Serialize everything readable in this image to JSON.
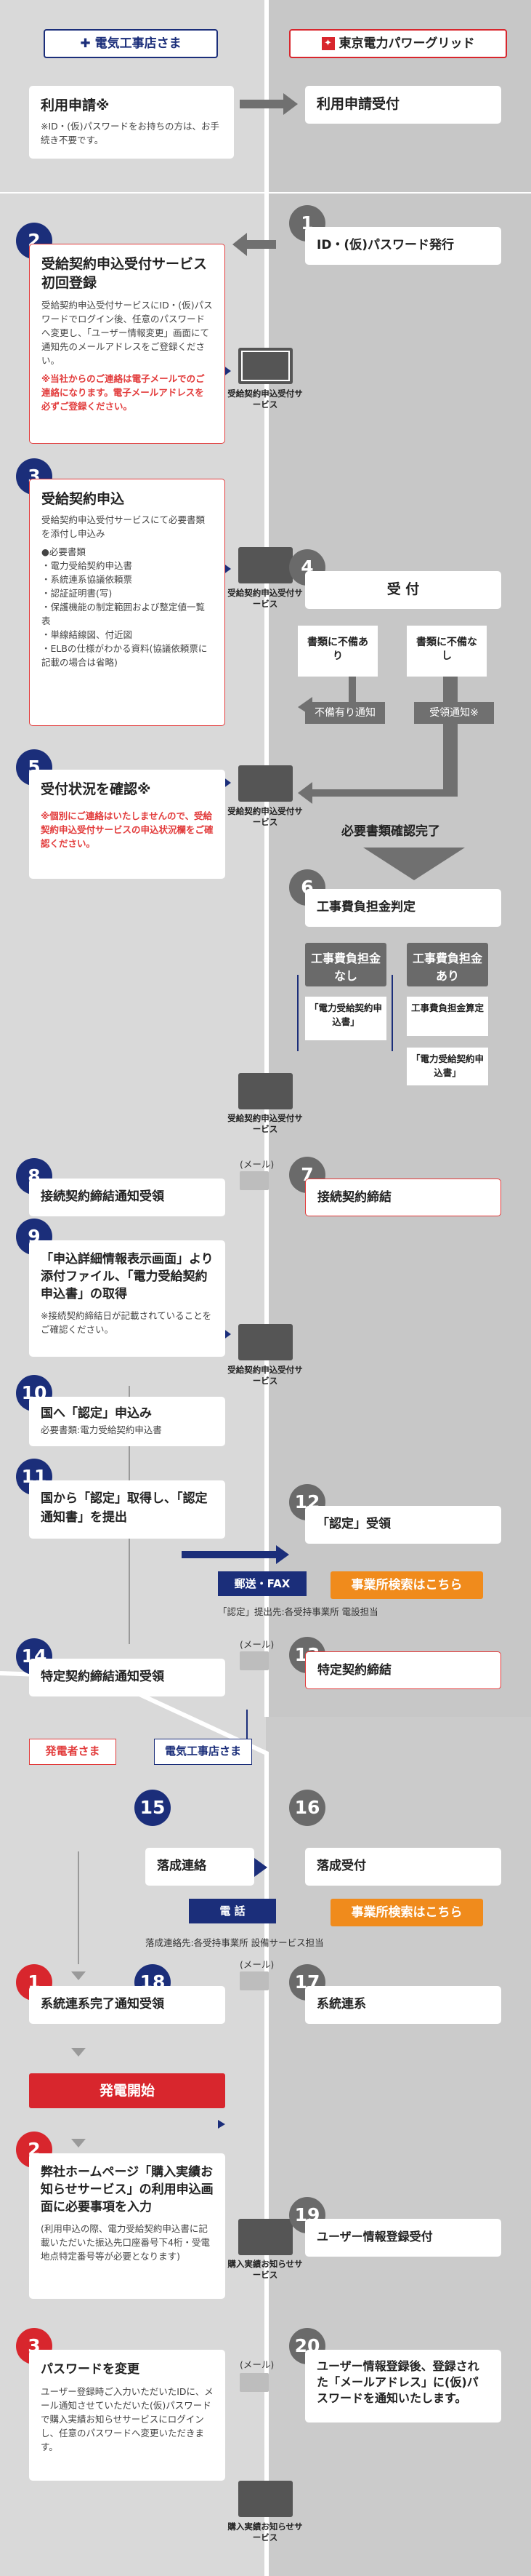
{
  "headers": {
    "left": "電気工事店さま",
    "right": "東京電力パワーグリッド"
  },
  "s0": {
    "left_title": "利用申請※",
    "left_note": "※ID・(仮)パスワードをお持ちの方は、お手続き不要です。",
    "right": "利用申請受付"
  },
  "s1": {
    "num": "1",
    "text": "ID・(仮)パスワード発行"
  },
  "s2": {
    "num": "2",
    "title": "受給契約申込受付サービス初回登録",
    "body": "受給契約申込受付サービスにID・(仮)パスワードでログイン後、任意のパスワードへ変更し、「ユーザー情報変更」画面にて通知先のメールアドレスをご登録ください。",
    "note": "※当社からのご連絡は電子メールでのご連絡になります。電子メールアドレスを必ずご登録ください。"
  },
  "service_label": "受給契約申込受付サービス",
  "s3": {
    "num": "3",
    "title": "受給契約申込",
    "lead": "受給契約申込受付サービスにて必要書類を添付し申込み",
    "docs_head": "●必要書類",
    "docs": [
      "・電力受給契約申込書",
      "・系統連系協議依頼票",
      "・認証証明書(写)",
      "・保護機能の制定範囲および整定値一覧表",
      "・単線結線図、付近図",
      "・ELBの仕様がわかる資料(協議依頼票に記載の場合は省略)"
    ]
  },
  "s4": {
    "num": "4",
    "text": "受 付",
    "ng": "書類に不備あり",
    "ok": "書類に不備なし",
    "ng_notice": "不備有り通知",
    "ok_notice": "受領通知※"
  },
  "s5": {
    "num": "5",
    "title": "受付状況を確認※",
    "note": "※個別にご連絡はいたしませんので、受給契約申込受付サービスの申込状況欄をご確認ください。"
  },
  "complete": "必要書類確認完了",
  "s6": {
    "num": "6",
    "title": "工事費負担金判定",
    "none": "工事費負担金なし",
    "some": "工事費負担金あり",
    "res_none": "「電力受給契約申込書」",
    "res_some1": "工事費負担金算定",
    "res_some2": "「電力受給契約申込書」"
  },
  "mail": "(メール)",
  "s7": {
    "num": "7",
    "text": "接続契約締結"
  },
  "s8": {
    "num": "8",
    "text": "接続契約締結通知受領"
  },
  "s9": {
    "num": "9",
    "title": "「申込詳細情報表示画面」より添付ファイル、「電力受給契約申込書」の取得",
    "note": "※接続契約締結日が記載されていることをご確認ください。"
  },
  "s10": {
    "num": "10",
    "title": "国へ「認定」申込み",
    "sub": "必要書類:電力受給契約申込書"
  },
  "s11": {
    "num": "11",
    "title": "国から「認定」取得し、「認定通知書」を提出"
  },
  "s12": {
    "num": "12",
    "text": "「認定」受領"
  },
  "fax": {
    "label": "郵送・FAX",
    "orange": "事業所検索はこちら",
    "caption": "「認定」提出先:各受持事業所 電設担当"
  },
  "s13": {
    "num": "13",
    "text": "特定契約締結"
  },
  "s14": {
    "num": "14",
    "text": "特定契約締結通知受領"
  },
  "roles": {
    "generator": "発電者さま",
    "electrician": "電気工事店さま"
  },
  "s15": {
    "num": "15",
    "text": "落成連絡"
  },
  "s16": {
    "num": "16",
    "text": "落成受付"
  },
  "phone": {
    "label": "電 話",
    "orange": "事業所検索はこちら",
    "caption": "落成連絡先:各受持事業所 設備サービス担当"
  },
  "s17": {
    "num": "17",
    "text": "系統連系"
  },
  "s18": {
    "num": "18",
    "text": "系統連系完了通知受領"
  },
  "g1": {
    "num": "1"
  },
  "start": "発電開始",
  "g2": {
    "num": "2",
    "title": "弊社ホームページ「購入実績お知らせサービス」の利用申込画面に必要事項を入力",
    "note": "(利用申込の際、電力受給契約申込書に記載いただいた振込先口座番号下4桁・受電地点特定番号等が必要となります)"
  },
  "s19": {
    "num": "19",
    "text": "ユーザー情報登録受付"
  },
  "service2_label": "購入実績お知らせサービス",
  "s20": {
    "num": "20",
    "text": "ユーザー情報登録後、登録された「メールアドレス」に(仮)パスワードを通知いたします。"
  },
  "g3": {
    "num": "3",
    "title": "パスワードを変更",
    "body": "ユーザー登録時ご入力いただいたIDに、メール通知させていただいた(仮)パスワードで購入実績お知らせサービスにログインし、任意のパスワードへ変更いただきます。"
  }
}
